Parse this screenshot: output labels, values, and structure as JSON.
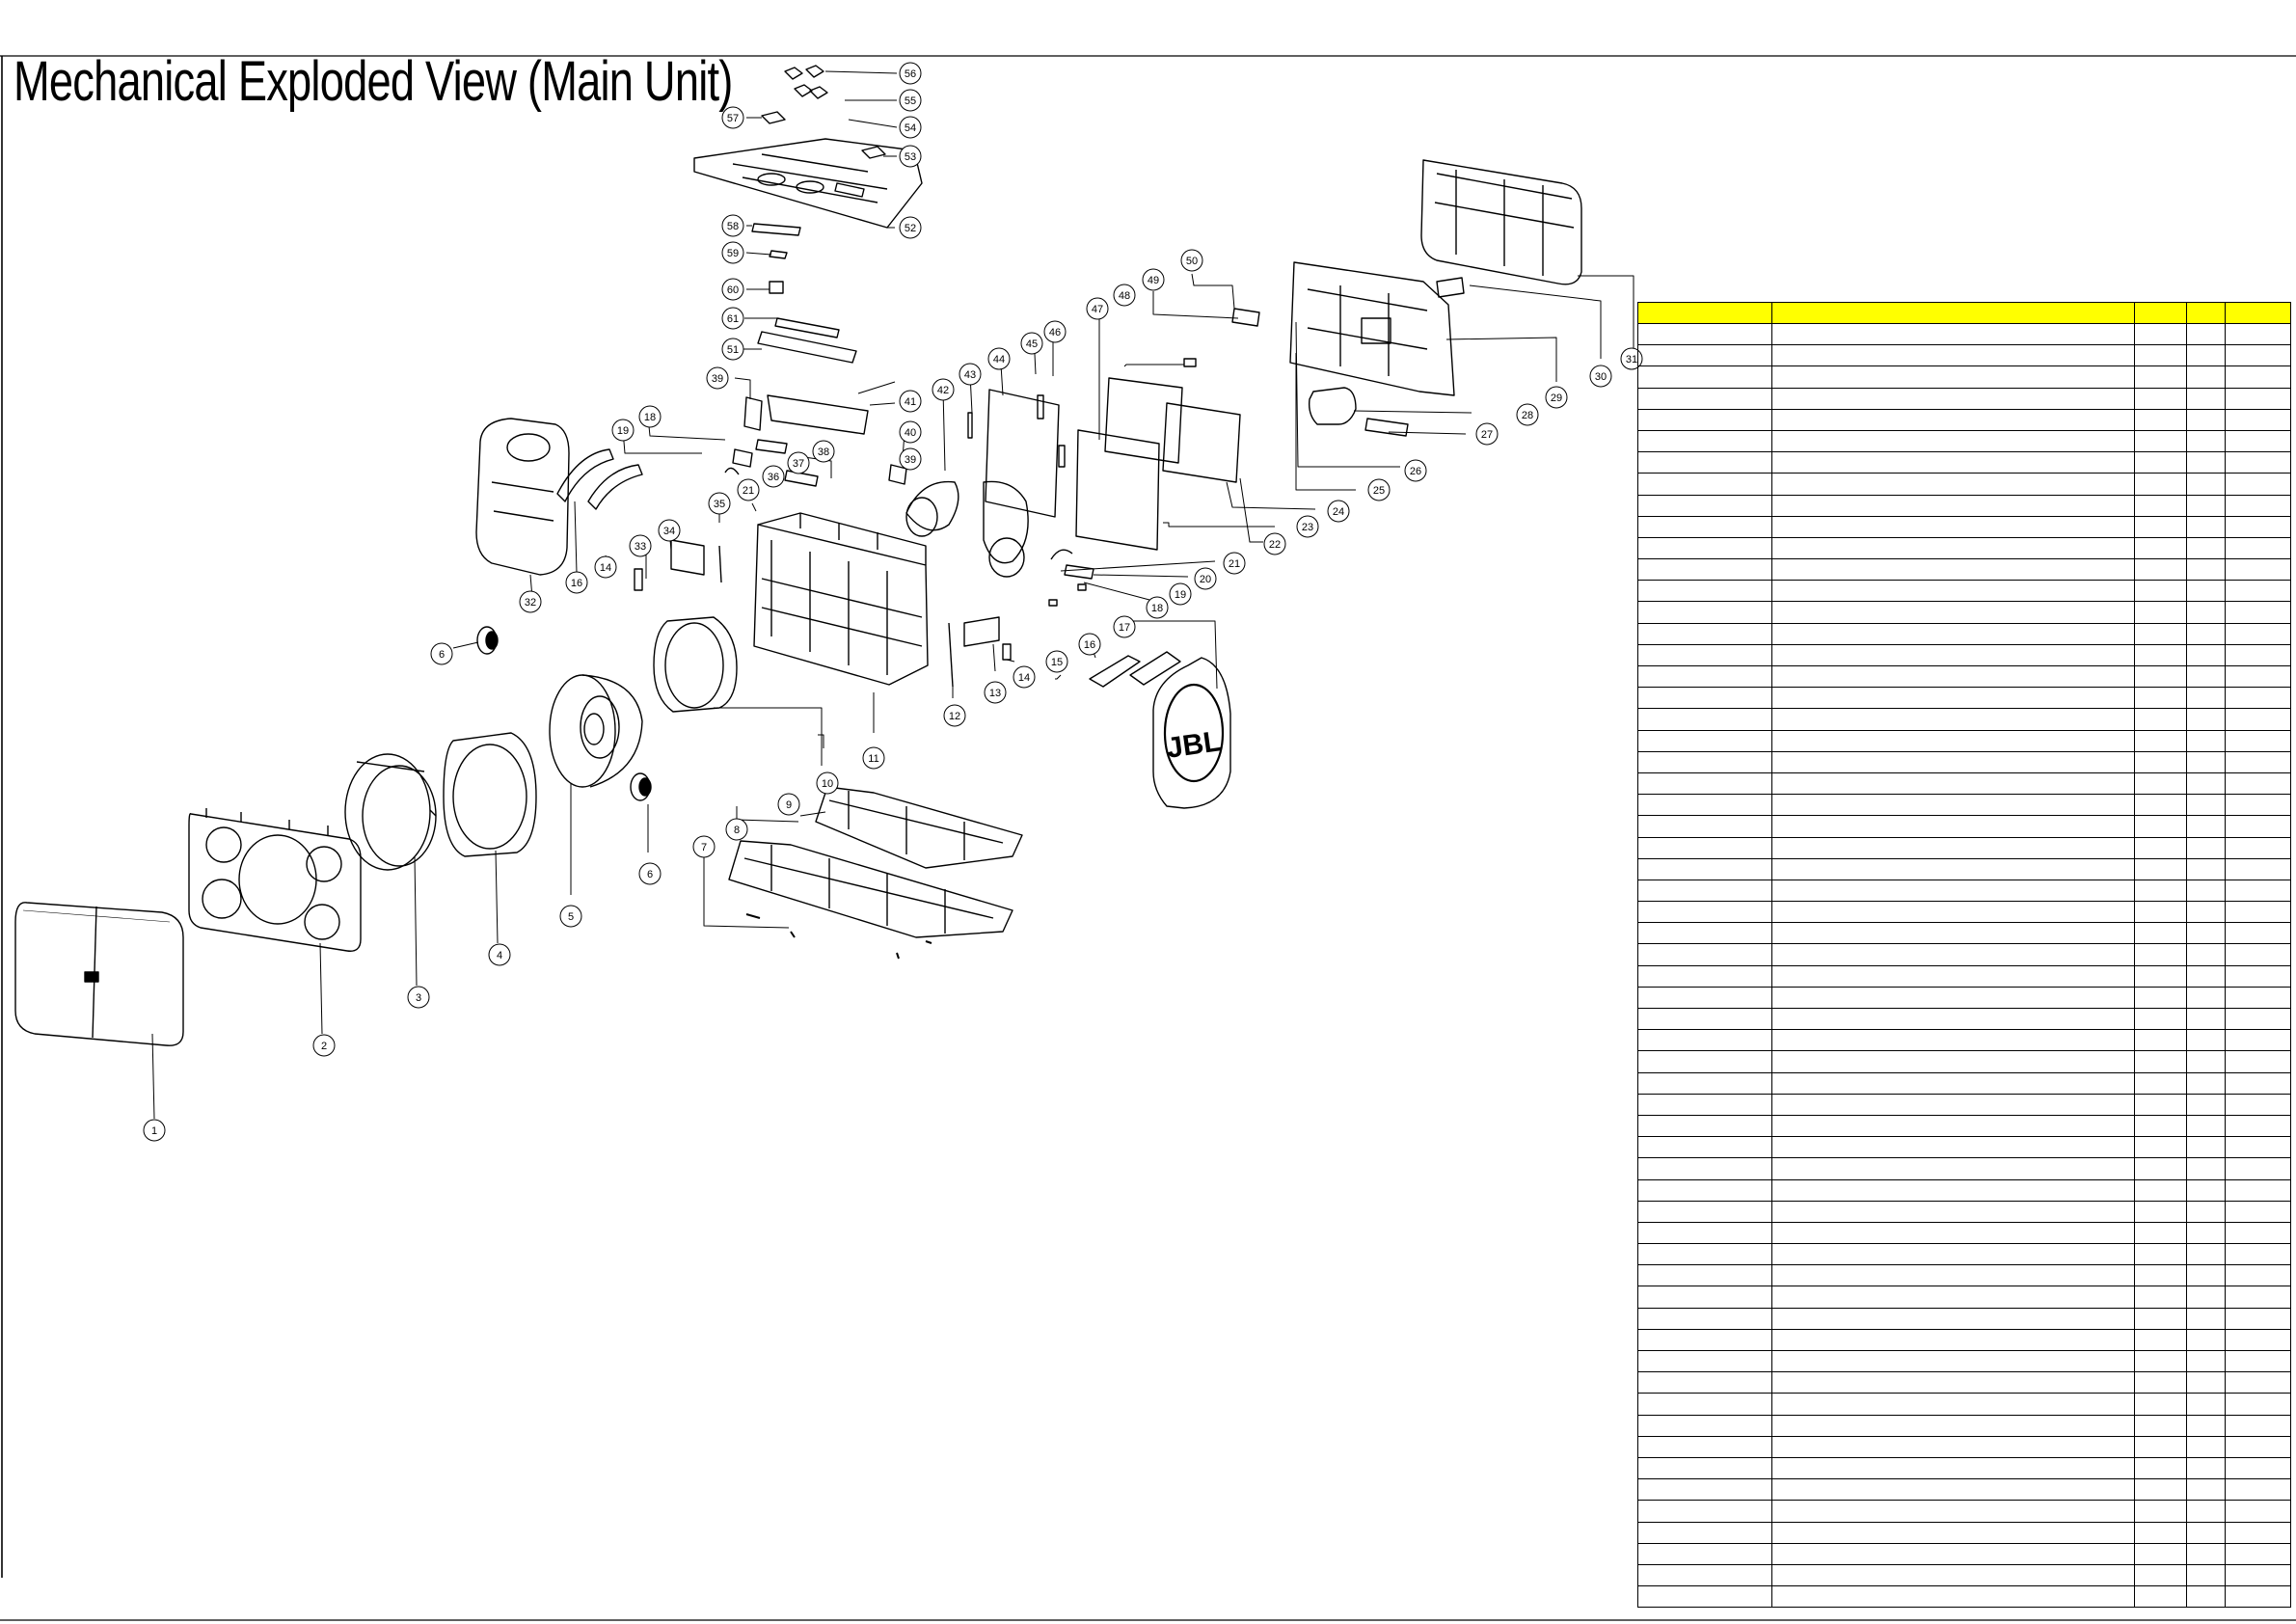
{
  "title": "Mechanical Exploded View (Main Unit)",
  "brand_logo_text": "JBL",
  "colors": {
    "header_fill": "#ffff00",
    "line": "#000000",
    "background": "#ffffff"
  },
  "callouts": [
    "1",
    "2",
    "3",
    "4",
    "5",
    "6",
    "6",
    "7",
    "8",
    "9",
    "10",
    "11",
    "12",
    "13",
    "14",
    "14",
    "15",
    "16",
    "16",
    "17",
    "18",
    "18",
    "19",
    "19",
    "20",
    "21",
    "21",
    "22",
    "23",
    "24",
    "25",
    "26",
    "27",
    "28",
    "29",
    "30",
    "31",
    "32",
    "33",
    "34",
    "35",
    "36",
    "37",
    "38",
    "39",
    "39",
    "40",
    "41",
    "42",
    "43",
    "44",
    "45",
    "46",
    "47",
    "48",
    "49",
    "50",
    "51",
    "52",
    "53",
    "54",
    "55",
    "56",
    "57",
    "58",
    "59",
    "60",
    "61"
  ],
  "parts_table": {
    "header": [
      "",
      "",
      "",
      "",
      ""
    ],
    "row_count": 60
  }
}
